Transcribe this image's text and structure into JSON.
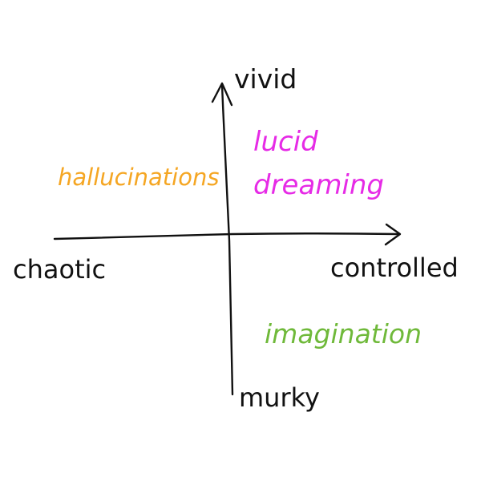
{
  "axes": {
    "top": "vivid",
    "bottom": "murky",
    "left": "chaotic",
    "right": "controlled",
    "color": "#111111"
  },
  "quadrant_labels": {
    "top_left": {
      "text": "hallucinations",
      "color": "#F5A623"
    },
    "top_right": {
      "lines": [
        "lucid",
        "dreaming"
      ],
      "color": "#E62BE6"
    },
    "bottom_right": {
      "text": "imagination",
      "color": "#6FB93A"
    }
  }
}
